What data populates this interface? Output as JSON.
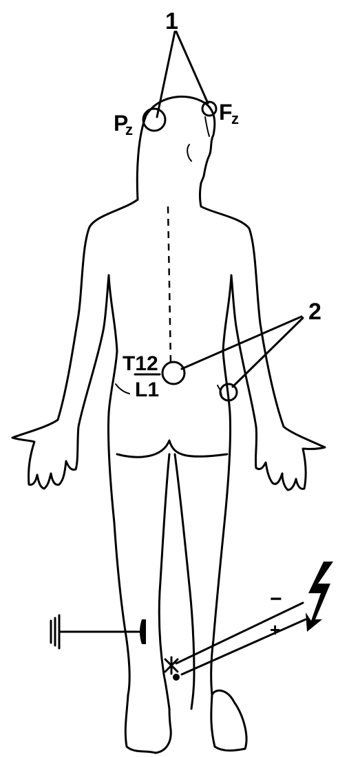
{
  "labels": {
    "group1": "1",
    "group2": "2",
    "pz_letter": "P",
    "pz_sub": "z",
    "fz_letter": "F",
    "fz_sub": "z",
    "t12": "T12",
    "l1": "L1",
    "minus": "−",
    "plus": "+"
  },
  "colors": {
    "ink": "#000000",
    "background": "#ffffff"
  },
  "icons": [
    "ground-symbol-icon",
    "lightning-bolt-icon"
  ]
}
